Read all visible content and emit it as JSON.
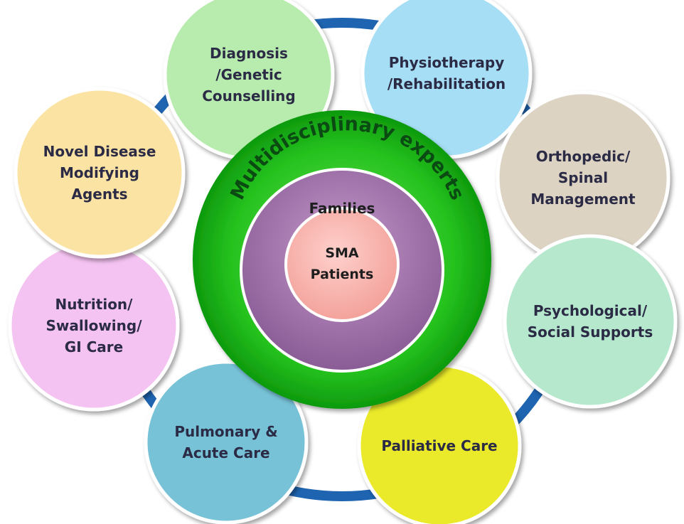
{
  "center": {
    "outer_label": "Multidisciplinary experts",
    "middle_label": "Families",
    "inner_line1": "SMA",
    "inner_line2": "Patients"
  },
  "nodes": [
    {
      "id": "diagnosis",
      "lines": [
        "Diagnosis",
        "/Genetic",
        "Counselling"
      ],
      "color": "#b8ecae"
    },
    {
      "id": "physiotherapy",
      "lines": [
        "Physiotherapy",
        "/Rehabilitation"
      ],
      "color": "#a6def5"
    },
    {
      "id": "orthopedic",
      "lines": [
        "Orthopedic/",
        "Spinal",
        "Management"
      ],
      "color": "#dcd3c2"
    },
    {
      "id": "psychological",
      "lines": [
        "Psychological/",
        "Social Supports"
      ],
      "color": "#b5e8cc"
    },
    {
      "id": "palliative",
      "lines": [
        "Palliative Care"
      ],
      "color": "#eaea2a"
    },
    {
      "id": "pulmonary",
      "lines": [
        "Pulmonary &",
        "Acute Care"
      ],
      "color": "#77c2d7"
    },
    {
      "id": "nutrition",
      "lines": [
        "Nutrition/",
        "Swallowing/",
        "GI Care"
      ],
      "color": "#f5c3f2"
    },
    {
      "id": "novel",
      "lines": [
        "Novel Disease",
        "Modifying",
        "Agents"
      ],
      "color": "#fbe3a4"
    }
  ],
  "colors": {
    "connector": "#1e64b0",
    "outer_ring": "#24c21f",
    "middle_ring": "#a873b0",
    "inner_circle": "#f6b1ac"
  }
}
